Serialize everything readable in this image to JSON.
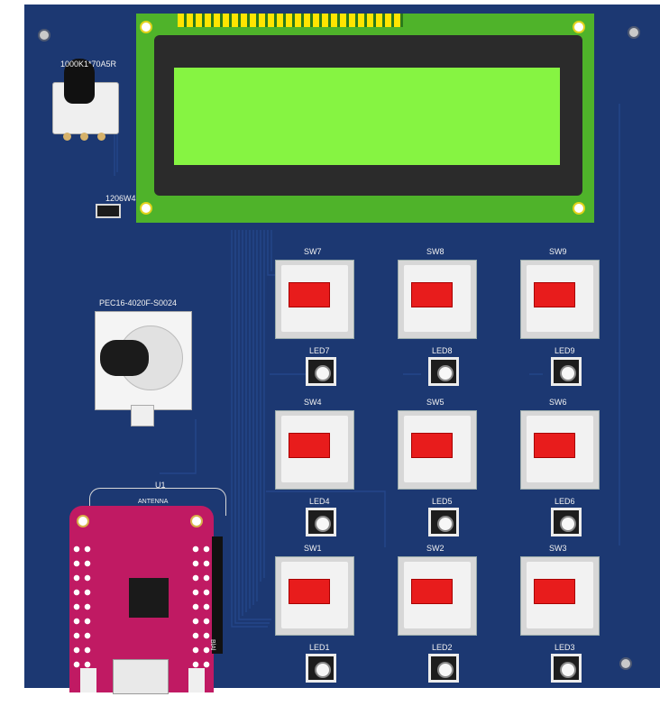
{
  "pcb": {
    "board_color": "#1c3872",
    "lcd_screen_color": "#86f442",
    "lcd_pcb_color": "#4fb32a",
    "silkscreen": {
      "trimpot": "1000K1*70A5R",
      "resistor": "1206W4",
      "encoder": "PEC16-4020F-S0024",
      "module": "U1",
      "antenna": "ANTENNA",
      "module_edge": "BlAl"
    },
    "switches": [
      {
        "label": "SW7"
      },
      {
        "label": "SW8"
      },
      {
        "label": "SW9"
      },
      {
        "label": "SW4"
      },
      {
        "label": "SW5"
      },
      {
        "label": "SW6"
      },
      {
        "label": "SW1"
      },
      {
        "label": "SW2"
      },
      {
        "label": "SW3"
      }
    ],
    "leds": [
      {
        "label": "LED7"
      },
      {
        "label": "LED8"
      },
      {
        "label": "LED9"
      },
      {
        "label": "LED4"
      },
      {
        "label": "LED5"
      },
      {
        "label": "LED6"
      },
      {
        "label": "LED1"
      },
      {
        "label": "LED2"
      },
      {
        "label": "LED3"
      }
    ]
  }
}
